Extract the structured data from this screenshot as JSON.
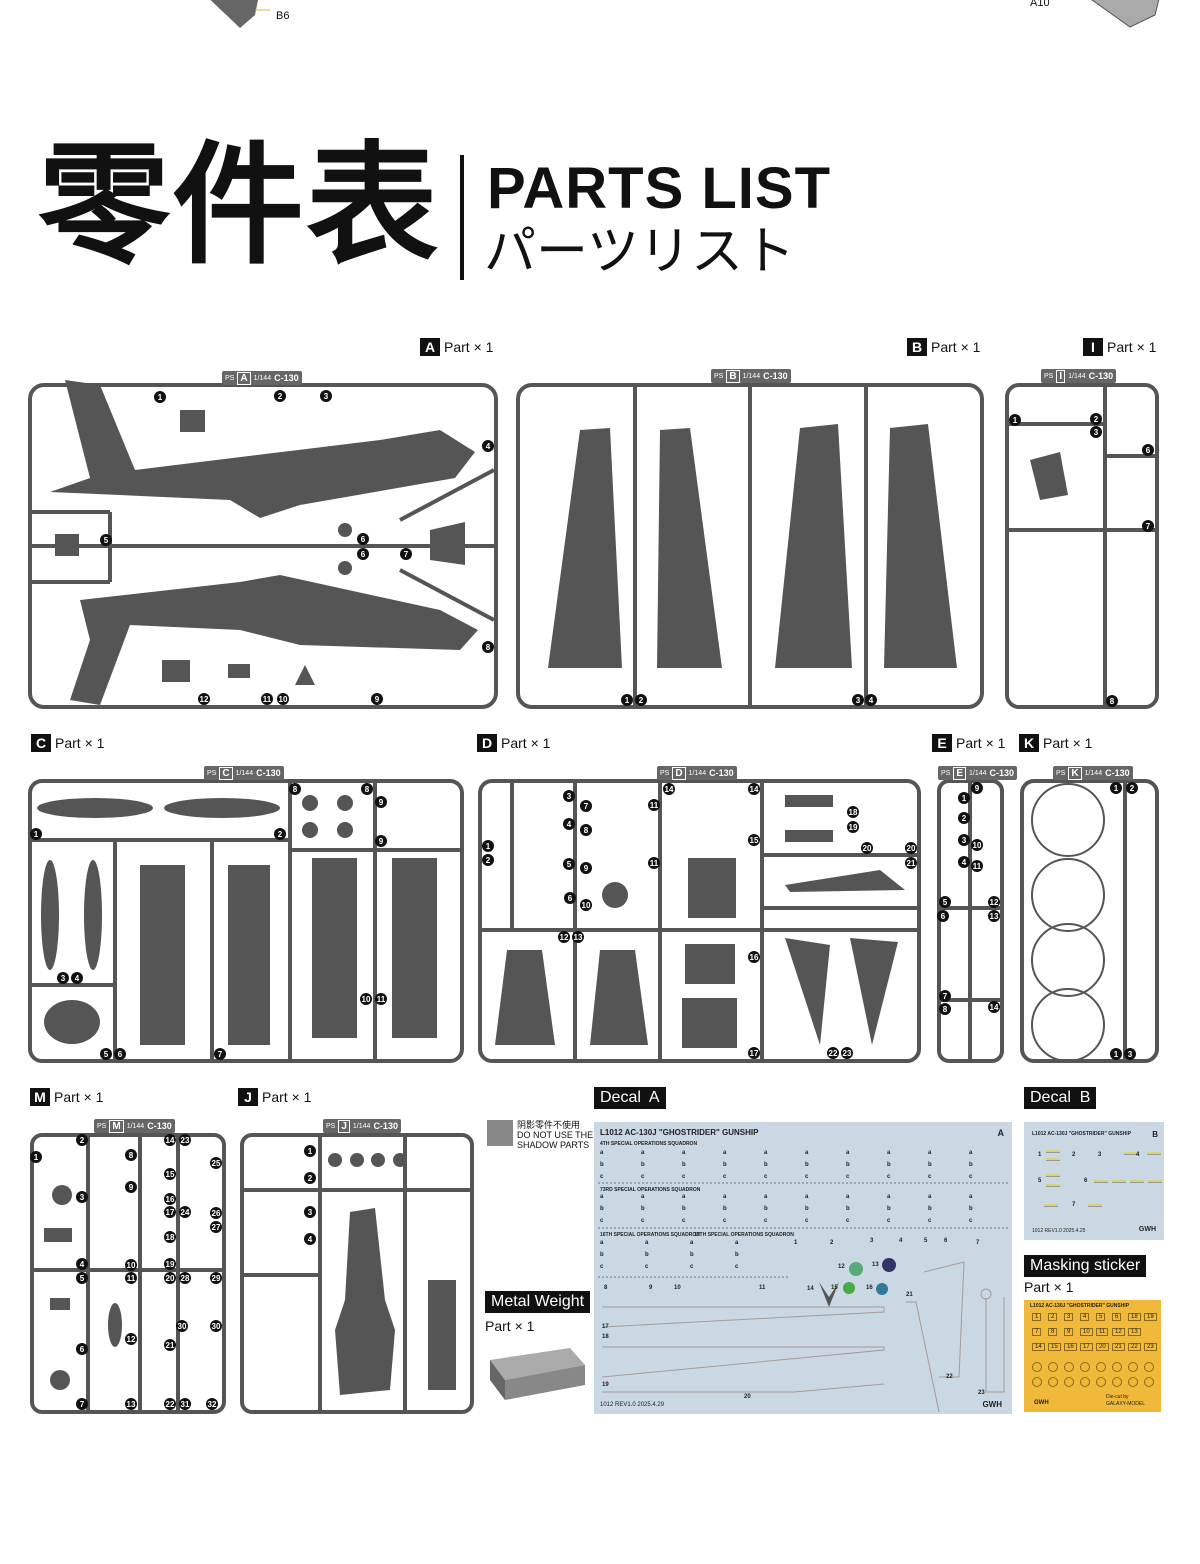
{
  "top_callouts": {
    "left": "B6",
    "right": "A10"
  },
  "header": {
    "title_cn": "零件表",
    "title_en": "PARTS LIST",
    "title_jp": "パーツリスト"
  },
  "sprue_tag": {
    "ps": "PS",
    "scale": "1/144",
    "model": "C-130"
  },
  "sprues": [
    {
      "letter": "A",
      "qty": "Part × 1",
      "numbers": [
        "1",
        "2",
        "3",
        "4",
        "5",
        "6",
        "6",
        "7",
        "8",
        "12",
        "11",
        "10",
        "9"
      ]
    },
    {
      "letter": "B",
      "qty": "Part × 1",
      "numbers": [
        "1",
        "2",
        "3",
        "4"
      ]
    },
    {
      "letter": "I",
      "qty": "Part × 1",
      "numbers": [
        "1",
        "2",
        "3",
        "6",
        "7",
        "8"
      ]
    },
    {
      "letter": "C",
      "qty": "Part × 1",
      "numbers": [
        "1",
        "2",
        "8",
        "8",
        "9",
        "9",
        "3",
        "4",
        "5",
        "6",
        "7",
        "10",
        "11"
      ]
    },
    {
      "letter": "D",
      "qty": "Part × 1",
      "numbers": [
        "3",
        "4",
        "5",
        "6",
        "7",
        "8",
        "9",
        "10",
        "11",
        "11",
        "1",
        "2",
        "12",
        "13",
        "14",
        "14",
        "15",
        "18",
        "19",
        "20",
        "20",
        "21",
        "16",
        "17",
        "22",
        "23"
      ]
    },
    {
      "letter": "E",
      "qty": "Part × 1",
      "numbers": [
        "9",
        "1",
        "2",
        "10",
        "3",
        "4",
        "11",
        "5",
        "12",
        "6",
        "13",
        "7",
        "8",
        "14"
      ]
    },
    {
      "letter": "K",
      "qty": "Part × 1",
      "numbers": [
        "1",
        "2",
        "1",
        "3"
      ]
    },
    {
      "letter": "M",
      "qty": "Part × 1",
      "numbers": [
        "2",
        "14",
        "23",
        "1",
        "8",
        "25",
        "15",
        "9",
        "3",
        "16",
        "17",
        "24",
        "26",
        "27",
        "18",
        "4",
        "10",
        "19",
        "5",
        "11",
        "20",
        "28",
        "29",
        "12",
        "30",
        "30",
        "21",
        "6",
        "7",
        "13",
        "22",
        "31",
        "32"
      ]
    },
    {
      "letter": "J",
      "qty": "Part × 1",
      "numbers": [
        "1",
        "2",
        "3",
        "4"
      ]
    }
  ],
  "shadow_note": {
    "cn": "阴影零件不使用",
    "en1": "DO NOT USE THE",
    "en2": "SHADOW PARTS"
  },
  "metal_weight": {
    "label": "Metal Weight",
    "qty": "Part × 1"
  },
  "decal_a": {
    "label": "Decal  A",
    "title": "L1012  AC-130J \"GHOSTRIDER\" GUNSHIP",
    "sheet": "A",
    "squadrons": [
      "4TH SPECIAL OPERATIONS SQUADRON",
      "73RD SPECIAL OPERATIONS SQUADRON",
      "16TH SPECIAL OPERATIONS SQUADRON",
      "17TH SPECIAL OPERATIONS SQUADRON"
    ],
    "rows": [
      "a",
      "b",
      "c"
    ],
    "item_numbers": [
      "1",
      "2",
      "3",
      "4",
      "5",
      "6",
      "7",
      "8",
      "9",
      "10",
      "11",
      "12",
      "13",
      "14",
      "15",
      "16",
      "17",
      "18",
      "19",
      "20",
      "21",
      "22",
      "23"
    ],
    "footer": "1012 REV1.0 2025.4.29",
    "brand": "GWH"
  },
  "decal_b": {
    "label": "Decal  B",
    "title": "L1012  AC-130J \"GHOSTRIDER\" GUNSHIP",
    "sheet": "B",
    "item_numbers": [
      "1",
      "2",
      "3",
      "4",
      "5",
      "6",
      "7"
    ],
    "footer": "1012 REV1.0 2025.4.25",
    "brand": "GWH"
  },
  "masking": {
    "label": "Masking sticker",
    "qty": "Part × 1",
    "title": "L1012  AC-130J \"GHOSTRIDER\" GUNSHIP",
    "item_numbers": [
      "1",
      "2",
      "3",
      "4",
      "5",
      "6",
      "18",
      "19",
      "7",
      "8",
      "9",
      "10",
      "11",
      "12",
      "13",
      "14",
      "15",
      "16",
      "17",
      "20",
      "21",
      "22",
      "23"
    ],
    "diecut": "Die-cut by",
    "maker": "GALAXY-MODEL",
    "brand": "GWH"
  },
  "colors": {
    "plastic": "#555555",
    "decal_bg": "#c9d8e2",
    "mask_bg": "#f0b93a"
  }
}
